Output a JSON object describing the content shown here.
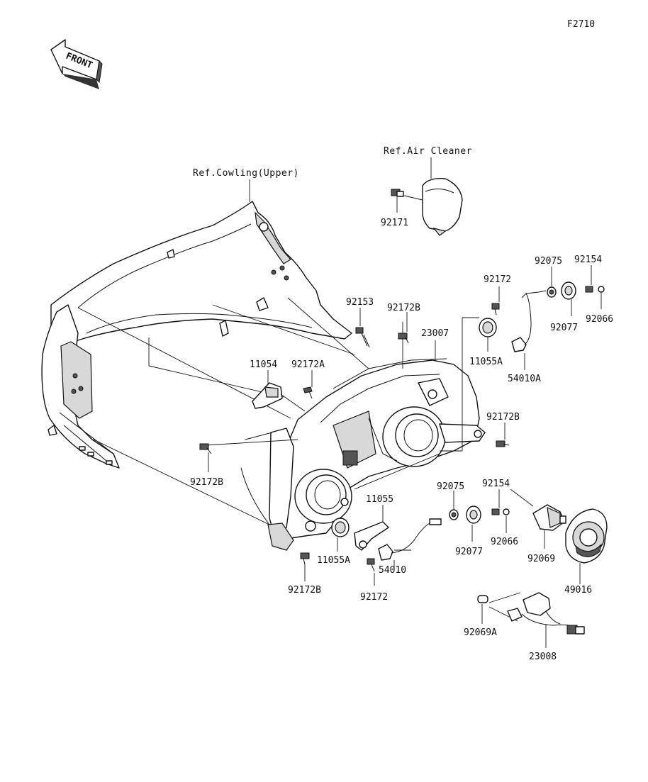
{
  "figure_code": "F2710",
  "front_arrow": {
    "text": "FRONT"
  },
  "references": {
    "air_cleaner": "Ref.Air Cleaner",
    "cowling_upper": "Ref.Cowling(Upper)"
  },
  "labels": {
    "p92171": "92171",
    "p92075_top": "92075",
    "p92154_top": "92154",
    "p92172_top": "92172",
    "p92153": "92153",
    "p92172B_top": "92172B",
    "p23007": "23007",
    "p92066_top": "92066",
    "p92077_top": "92077",
    "p11055A_top": "11055A",
    "p54010A": "54010A",
    "p11054": "11054",
    "p92172A": "92172A",
    "p92172B_right": "92172B",
    "p92172B_left": "92172B",
    "p92075_mid": "92075",
    "p92154_mid": "92154",
    "p11055": "11055",
    "p92066_mid": "92066",
    "p92077_mid": "92077",
    "p11055A_bottom": "11055A",
    "p54010": "54010",
    "p92069": "92069",
    "p92172_bottom": "92172",
    "p92172B_bottom": "92172B",
    "p49016": "49016",
    "p92069A": "92069A",
    "p23008": "23008"
  }
}
